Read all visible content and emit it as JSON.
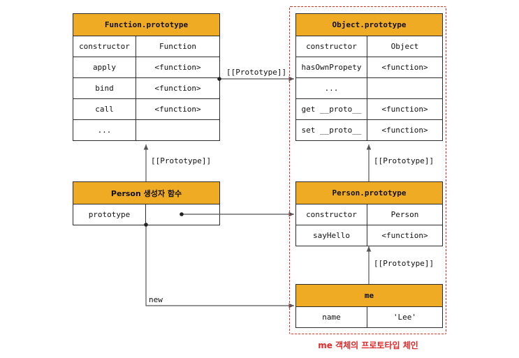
{
  "function_prototype": {
    "title": "Function.prototype",
    "rows": [
      {
        "key": "constructor",
        "value": "Function"
      },
      {
        "key": "apply",
        "value": "<function>"
      },
      {
        "key": "bind",
        "value": "<function>"
      },
      {
        "key": "call",
        "value": "<function>"
      },
      {
        "key": "...",
        "value": ""
      }
    ]
  },
  "object_prototype": {
    "title": "Object.prototype",
    "rows": [
      {
        "key": "constructor",
        "value": "Object"
      },
      {
        "key": "hasOwnPropety",
        "value": "<function>"
      },
      {
        "key": "...",
        "value": ""
      },
      {
        "key": "get __proto__",
        "value": "<function>"
      },
      {
        "key": "set __proto__",
        "value": "<function>"
      }
    ]
  },
  "person_constructor": {
    "title": "Person 생성자 함수",
    "rows": [
      {
        "key": "prototype",
        "value": ""
      }
    ]
  },
  "person_prototype": {
    "title": "Person.prototype",
    "rows": [
      {
        "key": "constructor",
        "value": "Person"
      },
      {
        "key": "sayHello",
        "value": "<function>"
      }
    ]
  },
  "me": {
    "title": "me",
    "rows": [
      {
        "key": "name",
        "value": "'Lee'"
      }
    ]
  },
  "labels": {
    "proto_person_to_function": "[[Prototype]]",
    "proto_function_to_object": "[[Prototype]]",
    "proto_personproto_to_object": "[[Prototype]]",
    "proto_me_to_personproto": "[[Prototype]]",
    "new": "new"
  },
  "chain_caption": "me 객체의 프로토타입 체인",
  "colors": {
    "header": "#f0ab24",
    "border": "#2b2b2b",
    "arrow": "#555555",
    "chain": "#e02a2a"
  }
}
